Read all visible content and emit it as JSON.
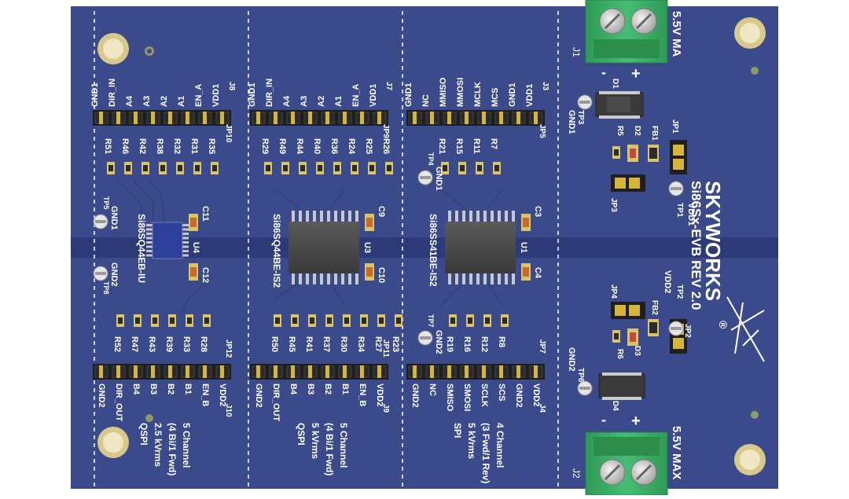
{
  "board": {
    "brand": "SKYWORKS",
    "registered_mark": "®",
    "model": "Si86Sx-EVB REV 2.0",
    "colors": {
      "pcb": "#3a4a8a",
      "pcb_dark": "#2e3c78",
      "strip": "#2b3a74",
      "silk": "#ffffff",
      "terminal": "#3db36b",
      "gold": "#c9b03a",
      "pad": "#c8b058"
    }
  },
  "power": {
    "top_label": "5.5V MA",
    "bottom_label": "5.5V MAX",
    "top_minus": "-",
    "top_plus": "+",
    "bottom_minus": "-",
    "bottom_plus": "+",
    "connector_top": "J1",
    "connector_bottom": "J2"
  },
  "sections": [
    {
      "ic": "U4",
      "part": "Si86SQ44EB-IU",
      "c_top": "C11",
      "c_bot": "C12",
      "top_header": "J8",
      "top_jp": "JP10",
      "top_pins": [
        "GND1",
        "DIR_IN",
        "A4",
        "A3",
        "A2",
        "A1",
        "EN_A",
        "VDD1"
      ],
      "top_res": [
        "R51",
        "R46",
        "R42",
        "R38",
        "R32",
        "R31",
        "R35"
      ],
      "tp_top": "TP5",
      "tp_top_label": "GND1",
      "tp_bot": "TP8",
      "tp_bot_label": "GND2",
      "bot_res": [
        "R52",
        "R47",
        "R43",
        "R39",
        "R33",
        "R28"
      ],
      "bot_header": "J10",
      "bot_jp": "JP12",
      "bot_pins": [
        "GND2",
        "DIR_OUT",
        "B4",
        "B3",
        "B2",
        "B1",
        "EN_B",
        "VDD2"
      ],
      "desc": [
        "5 Channel",
        "(4 Bi/1 Fwd)",
        "2.5 kVrms",
        "QSPI"
      ]
    },
    {
      "ic": "U3",
      "part": "Si86SQ44BE-IS2",
      "c_top": "C9",
      "c_bot": "C10",
      "top_header": "J7",
      "top_jp": "JP9",
      "top_pins": [
        "GND1",
        "DIR_IN",
        "A4",
        "A3",
        "A2",
        "A1",
        "EN_A",
        "VDD1"
      ],
      "top_res": [
        "R29",
        "R49",
        "R44",
        "R40",
        "R36",
        "R24",
        "R25",
        "R26"
      ],
      "bot_res": [
        "R50",
        "R45",
        "R41",
        "R37",
        "R30",
        "R34",
        "R27",
        "R23"
      ],
      "bot_header": "J9",
      "bot_jp": "JP11",
      "bot_pins": [
        "GND2",
        "DIR_OUT",
        "B4",
        "B3",
        "B2",
        "B1",
        "EN_B",
        "VDD2"
      ],
      "desc": [
        "5 Channel",
        "(4 Bi/1 Fwd)",
        "5 kVrms",
        "QSPI"
      ]
    },
    {
      "ic": "U1",
      "part": "Si86SS41BE-IS2",
      "c_top": "C3",
      "c_bot": "C4",
      "top_header": "J3",
      "top_jp": "JP5",
      "top_pins": [
        "GND1",
        "NC",
        "MMISO",
        "MMOSI",
        "MCLK",
        "MCS",
        "GND1",
        "VDD1"
      ],
      "top_res": [
        "R21",
        "R15",
        "R11",
        "R7"
      ],
      "tp_top": "TP4",
      "tp_top_label": "GND1",
      "tp_bot": "TP7",
      "tp_bot_label": "GND2",
      "bot_res": [
        "R19",
        "R16",
        "R12",
        "R8"
      ],
      "bot_header": "J4",
      "bot_jp": "JP7",
      "bot_pins": [
        "GND2",
        "NC",
        "SMISO",
        "SMOSI",
        "SCLK",
        "SCS",
        "GND2",
        "VDD2"
      ],
      "desc": [
        "4 Channel",
        "(3 Fwd/1 Rev)",
        "5 kVrms",
        "SPI"
      ]
    }
  ],
  "right_panel": {
    "d1": "D1",
    "d2": "D2",
    "d3": "D3",
    "d4": "D4",
    "fb1": "FB1",
    "fb2": "FB2",
    "r5": "R5",
    "r6": "R6",
    "jp1": "JP1",
    "jp2": "JP2",
    "jp3": "JP3",
    "jp4": "JP4",
    "tp1": "TP1",
    "tp1_label": "VDD1",
    "tp2": "TP2",
    "tp2_label": "VDD2",
    "tp3": "TP3",
    "tp3_label": "GND1",
    "tp6": "TP6",
    "tp6_label": "GND2"
  }
}
